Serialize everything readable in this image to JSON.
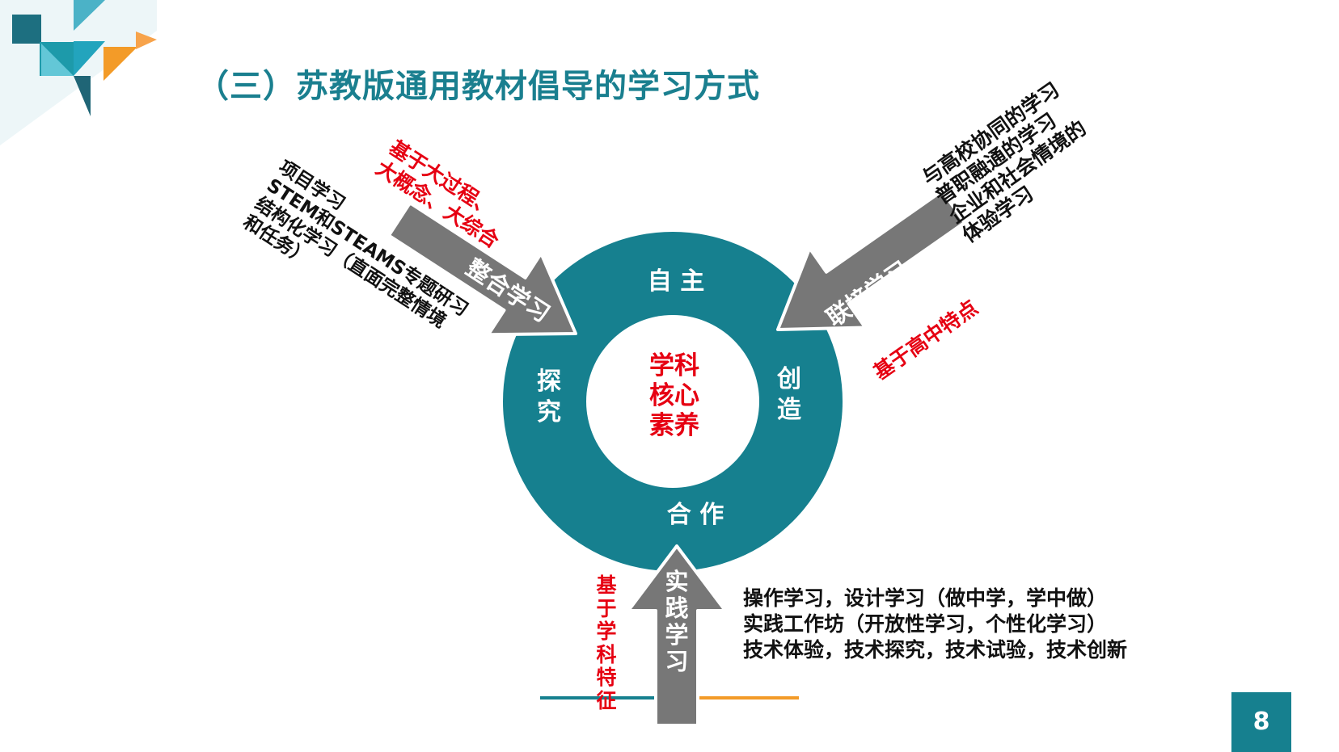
{
  "slide": {
    "title": "（三）苏教版通用教材倡导的学习方式",
    "page_number": "8"
  },
  "ring": {
    "top": "自 主",
    "right_line1": "创",
    "right_line2": "造",
    "bottom": "合 作",
    "left_line1": "探",
    "left_line2": "究",
    "center_line1": "学科",
    "center_line2": "核心",
    "center_line3": "素养"
  },
  "arrows": {
    "integrated": {
      "label": "整合学习",
      "basis_line1": "基于大过程、",
      "basis_line2": "大概念、大综合",
      "items": [
        "项目学习",
        "STEM和STEAMS专题研习",
        "结构化学习（直面完整情境",
        "和任务）"
      ]
    },
    "connected": {
      "label": "联接学习",
      "basis": "基于高中特点",
      "items": [
        "与高校协同的学习",
        "普职融通的学习",
        "企业和社会情境的",
        "体验学习"
      ]
    },
    "practice": {
      "label": "实践学习",
      "basis": "基于学科特征",
      "items": [
        "操作学习，设计学习（做中学，学中做）",
        "实践工作坊（开放性学习，个性化学习）",
        "技术体验，技术探究，技术试验，技术创新"
      ]
    }
  },
  "colors": {
    "teal": "#16808f",
    "title": "#1a7f8f",
    "arrow_gray": "#777777",
    "red": "#e60012",
    "text": "#111111"
  }
}
